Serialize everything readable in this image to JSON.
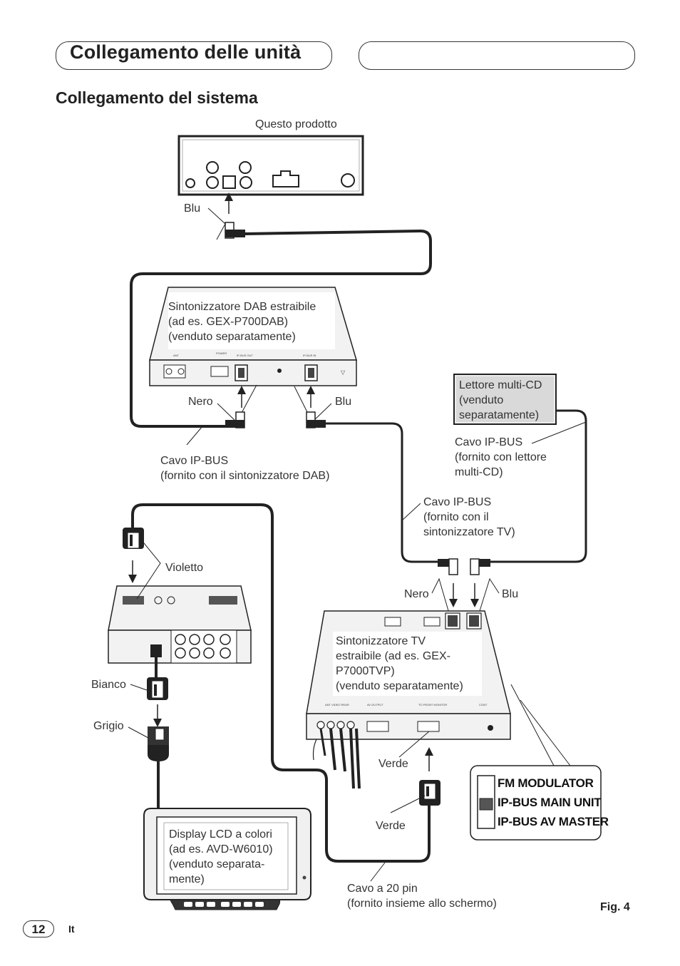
{
  "header": {
    "title": "Collegamento delle unità",
    "section_title": "Collegamento del sistema"
  },
  "labels": {
    "this_product": "Questo prodotto",
    "blu_top": "Blu",
    "dab_unit": [
      "Sintonizzatore DAB estraibile",
      "(ad es. GEX-P700DAB)",
      "(venduto separatamente)"
    ],
    "nero_dab": "Nero",
    "blu_dab": "Blu",
    "cd_unit": [
      "Lettore multi-CD",
      "(venduto",
      "separatamente)"
    ],
    "ipbus_cd": [
      "Cavo IP-BUS",
      "(fornito con lettore",
      "multi-CD)"
    ],
    "ipbus_dab": [
      "Cavo IP-BUS",
      "(fornito con il sintonizzatore DAB)"
    ],
    "ipbus_tv": [
      "Cavo IP-BUS",
      "(fornito con il",
      "sintonizzatore TV)"
    ],
    "violetto": "Violetto",
    "nero_tv": "Nero",
    "blu_tv": "Blu",
    "tv_unit": [
      "Sintonizzatore TV",
      "estraibile (ad es. GEX-",
      "P7000TVP)",
      "(venduto separatamente)"
    ],
    "bianco": "Bianco",
    "grigio": "Grigio",
    "verde_1": "Verde",
    "verde_2": "Verde",
    "lcd_unit": [
      "Display LCD a colori",
      "(ad es. AVD-W6010)",
      "(venduto separata-",
      "mente)"
    ],
    "cable_20pin": [
      "Cavo a 20 pin",
      "(fornito insieme allo schermo)"
    ]
  },
  "switch": {
    "options": [
      "FM MODULATOR",
      "IP-BUS MAIN UNIT",
      "IP-BUS AV MASTER"
    ],
    "selected_index": 1
  },
  "footer": {
    "page_number": "12",
    "language": "It",
    "figure": "Fig. 4"
  },
  "colors": {
    "ink": "#222222",
    "panel_fill": "#f2f2f2",
    "cd_fill": "#d9d9d9"
  }
}
